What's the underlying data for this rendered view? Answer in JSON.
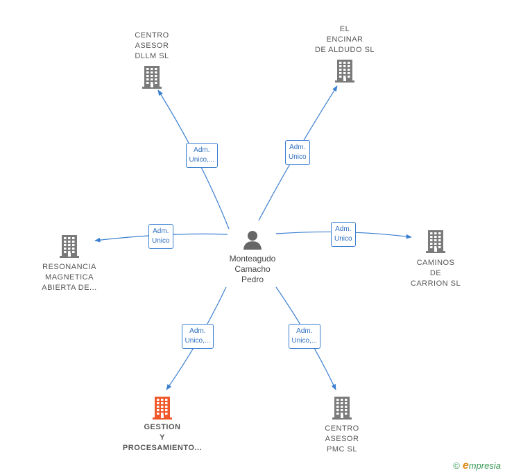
{
  "person": {
    "name_lines": [
      "Monteagudo",
      "Camacho",
      "Pedro"
    ],
    "icon": "person-icon"
  },
  "companies": [
    {
      "id": "centro-asesor-dllm",
      "lines": [
        "CENTRO",
        "ASESOR",
        "DLLM SL"
      ],
      "icon": "building-icon",
      "highlight": false
    },
    {
      "id": "el-encinar",
      "lines": [
        "EL",
        "ENCINAR",
        "DE ALDUDO SL"
      ],
      "icon": "building-icon",
      "highlight": false
    },
    {
      "id": "resonancia",
      "lines": [
        "RESONANCIA",
        "MAGNETICA",
        "ABIERTA DE..."
      ],
      "icon": "building-icon",
      "highlight": false
    },
    {
      "id": "caminos",
      "lines": [
        "CAMINOS",
        "DE",
        "CARRION SL"
      ],
      "icon": "building-icon",
      "highlight": false
    },
    {
      "id": "gestion",
      "lines": [
        "GESTION",
        "Y",
        "PROCESAMIENTO..."
      ],
      "icon": "building-icon",
      "highlight": true
    },
    {
      "id": "centro-asesor-pmc",
      "lines": [
        "CENTRO",
        "ASESOR",
        "PMC SL"
      ],
      "icon": "building-icon",
      "highlight": false
    }
  ],
  "edges": [
    {
      "to": "centro-asesor-dllm",
      "label_lines": [
        "Adm.",
        "Unico,..."
      ]
    },
    {
      "to": "el-encinar",
      "label_lines": [
        "Adm.",
        "Unico"
      ]
    },
    {
      "to": "resonancia",
      "label_lines": [
        "Adm.",
        "Unico"
      ]
    },
    {
      "to": "caminos",
      "label_lines": [
        "Adm.",
        "Unico"
      ]
    },
    {
      "to": "gestion",
      "label_lines": [
        "Adm.",
        "Unico,..."
      ]
    },
    {
      "to": "centro-asesor-pmc",
      "label_lines": [
        "Adm.",
        "Unico,..."
      ]
    }
  ],
  "colors": {
    "edge": "#3a7fd0",
    "building": "#7a7a7a",
    "building_highlight": "#f0582a",
    "person": "#666666"
  },
  "footer": {
    "copyright": "©",
    "brand_initial": "e",
    "brand_rest": "mpresia"
  }
}
